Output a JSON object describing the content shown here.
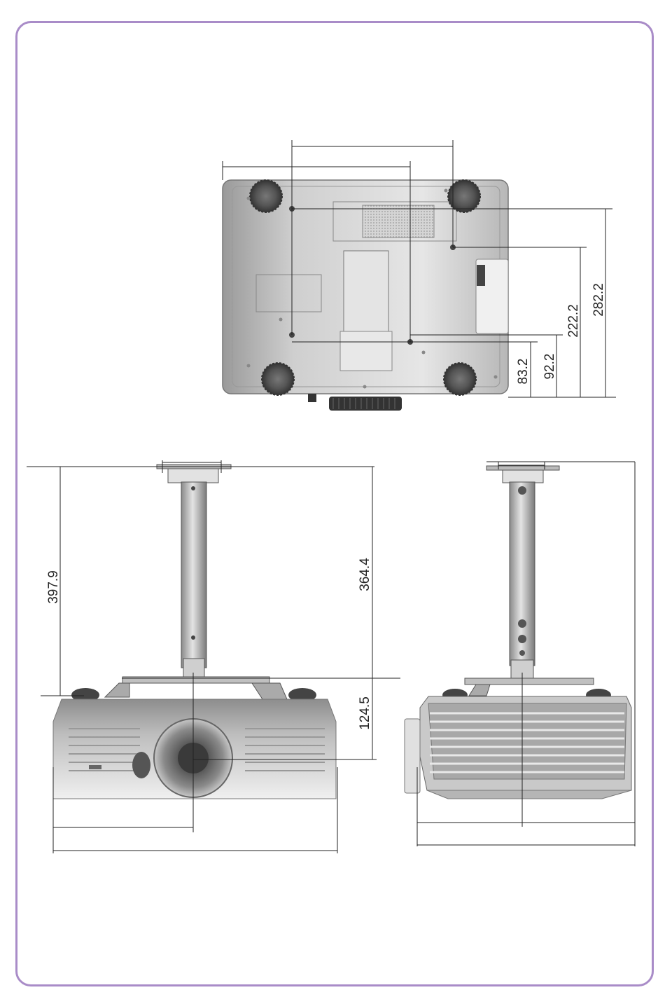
{
  "bottom_view": {
    "dimensions": {
      "d1": "83.2",
      "d2": "92.2",
      "d3": "222.2",
      "d4": "282.2"
    }
  },
  "front_view": {
    "dimensions": {
      "height_total": "397.9",
      "pole_height": "364.4",
      "drop": "124.5"
    }
  },
  "colors": {
    "frame": "#a98cc8",
    "line": "#222222",
    "body": "#d0d0d0"
  }
}
